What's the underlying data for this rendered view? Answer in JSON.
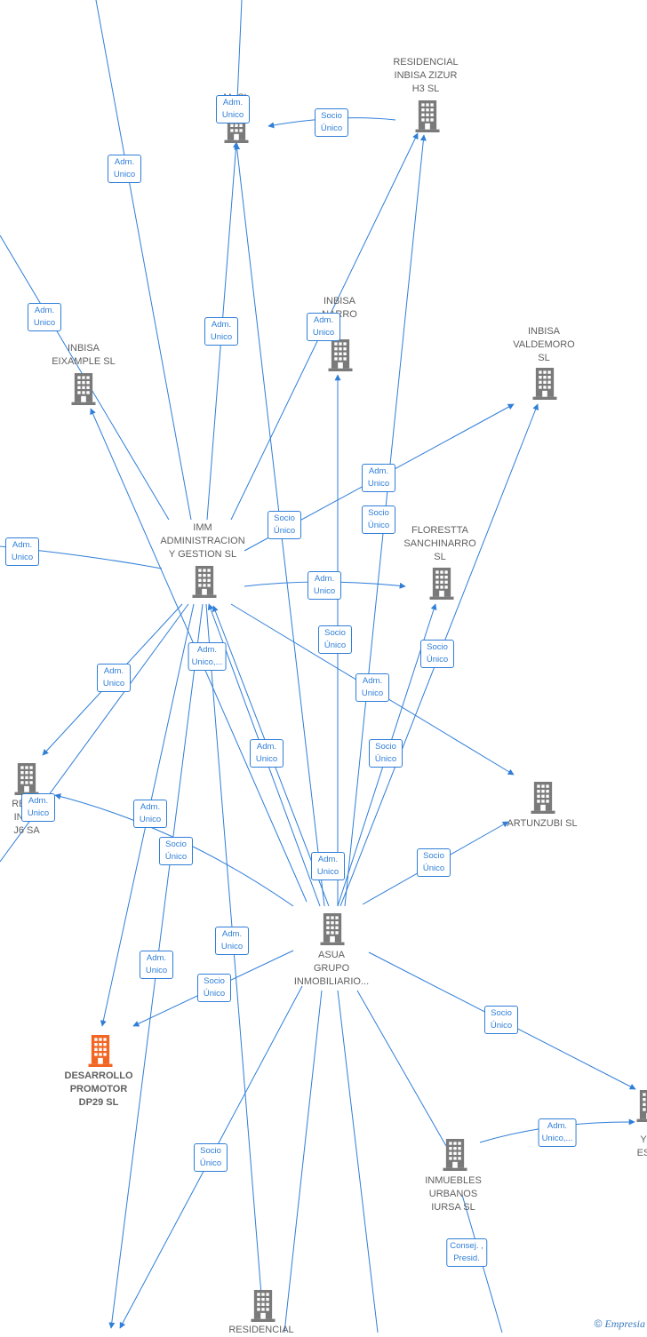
{
  "colors": {
    "edge": "#2f7ed8",
    "node": "#7a7a7a",
    "highlight": "#f26522",
    "label": "#5f5f5f"
  },
  "nodes": [
    {
      "id": "m",
      "label": "M-      SL",
      "icon": "building-icon"
    },
    {
      "id": "zizur",
      "label": "RESIDENCIAL\nINBISA ZIZUR\nH3  SL",
      "icon": "building-icon"
    },
    {
      "id": "sanchinarro",
      "label": "INBISA\n    NARRO",
      "icon": "building-icon"
    },
    {
      "id": "valdemoro",
      "label": "INBISA\nVALDEMORO\nSL",
      "icon": "building-icon"
    },
    {
      "id": "eixample",
      "label": "INBISA\nEIXAMPLE  SL",
      "icon": "building-icon"
    },
    {
      "id": "imm",
      "label": "IMM\nADMINISTRACION\nY GESTION  SL",
      "icon": "building-icon"
    },
    {
      "id": "floresta",
      "label": "FLORESTTA\nSANCHINARRO\nSL",
      "icon": "building-icon"
    },
    {
      "id": "artunzubi",
      "label": "ARTUNZUBI SL",
      "icon": "building-icon"
    },
    {
      "id": "j6",
      "label": "RESID\nINBIS\nJ6 SA",
      "icon": "building-icon"
    },
    {
      "id": "asua",
      "label": "ASUA\nGRUPO\nINMOBILIARIO...",
      "icon": "building-icon"
    },
    {
      "id": "desarrollo",
      "label": "DESARROLLO\nPROMOTOR\nDP29  SL",
      "icon": "building-icon"
    },
    {
      "id": "inmuebles",
      "label": "INMUEBLES\nURBANOS\nIURSA SL",
      "icon": "building-icon"
    },
    {
      "id": "residencial_bottom",
      "label": "RESIDENCIAL",
      "icon": "building-icon"
    },
    {
      "id": "es_right",
      "label": "Y\nES",
      "icon": "building-icon"
    }
  ],
  "edge_labels": [
    {
      "id": "e1",
      "text": "Adm.\nUnico"
    },
    {
      "id": "e2",
      "text": "Socio\nÚnico"
    },
    {
      "id": "e3",
      "text": "Adm.\nUnico"
    },
    {
      "id": "e4",
      "text": "Adm.\nUnico"
    },
    {
      "id": "e5",
      "text": "Adm.\nUnico"
    },
    {
      "id": "e6",
      "text": "Adm.\nUnico"
    },
    {
      "id": "e7",
      "text": "Adm.\nUnico"
    },
    {
      "id": "e8",
      "text": "Adm.\nUnico"
    },
    {
      "id": "e9",
      "text": "Socio\nÚnico"
    },
    {
      "id": "e10",
      "text": "Socio\nÚnico"
    },
    {
      "id": "e11",
      "text": "Adm.\nUnico"
    },
    {
      "id": "e12",
      "text": "Socio\nÚnico"
    },
    {
      "id": "e13",
      "text": "Adm.\nUnico"
    },
    {
      "id": "e14",
      "text": "Adm.\nUnico,..."
    },
    {
      "id": "e15",
      "text": "Socio\nÚnico"
    },
    {
      "id": "e16",
      "text": "Adm.\nUnico"
    },
    {
      "id": "e17",
      "text": "Adm.\nUnico"
    },
    {
      "id": "e18",
      "text": "Socio\nÚnico"
    },
    {
      "id": "e19",
      "text": "Adm.\nUnico"
    },
    {
      "id": "e20",
      "text": "Adm.\nUnico"
    },
    {
      "id": "e21",
      "text": "Socio\nÚnico"
    },
    {
      "id": "e22",
      "text": "Adm.\nUnico"
    },
    {
      "id": "e23",
      "text": "Socio\nÚnico"
    },
    {
      "id": "e24",
      "text": "Adm.\nUnico"
    },
    {
      "id": "e25",
      "text": "Adm.\nUnico"
    },
    {
      "id": "e26",
      "text": "Socio\nÚnico"
    },
    {
      "id": "e27",
      "text": "Socio\nÚnico"
    },
    {
      "id": "e28",
      "text": "Adm.\nUnico,..."
    },
    {
      "id": "e29",
      "text": "Socio\nÚnico"
    },
    {
      "id": "e30",
      "text": "Consej. ,\nPresid."
    }
  ],
  "copyright": {
    "symbol": "©",
    "brand": "Empresia"
  }
}
